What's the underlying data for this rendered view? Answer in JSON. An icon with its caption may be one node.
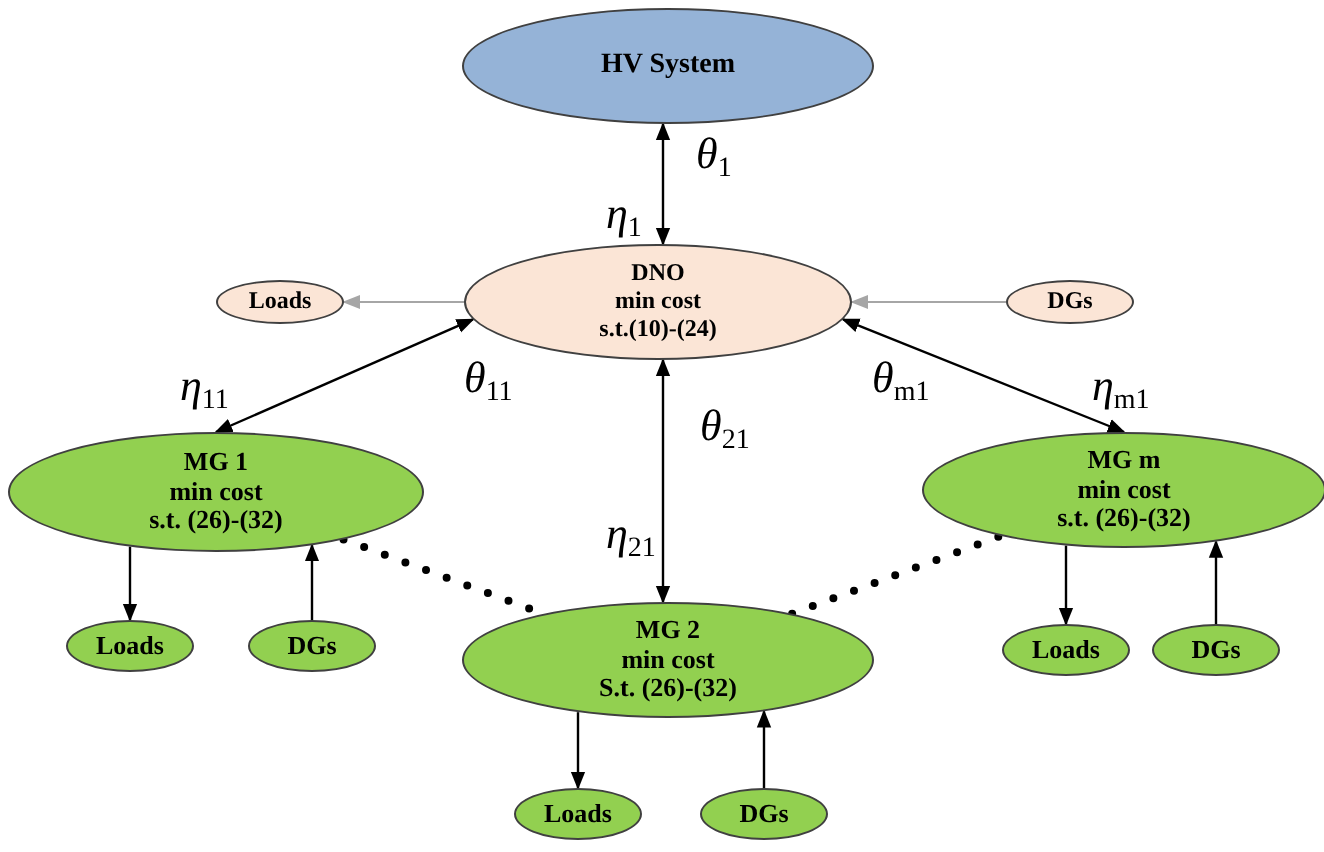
{
  "diagram": {
    "nodes": [
      {
        "text": [
          "HV System"
        ]
      },
      {
        "text": [
          "DNO",
          "min cost",
          "s.t.(10)-(24)"
        ]
      },
      {
        "text": [
          "Loads"
        ]
      },
      {
        "text": [
          "DGs"
        ]
      },
      {
        "text": [
          "MG 1",
          "min cost",
          "s.t. (26)-(32)"
        ]
      },
      {
        "text": [
          "Loads"
        ]
      },
      {
        "text": [
          "DGs"
        ]
      },
      {
        "text": [
          "MG 2",
          "min cost",
          "S.t. (26)-(32)"
        ]
      },
      {
        "text": [
          "Loads"
        ]
      },
      {
        "text": [
          "DGs"
        ]
      },
      {
        "text": [
          "MG m",
          "min cost",
          "s.t. (26)-(32)"
        ]
      },
      {
        "text": [
          "Loads"
        ]
      },
      {
        "text": [
          "DGs"
        ]
      }
    ],
    "edges": [
      {
        "from": 0,
        "to": 1,
        "arrow": "both"
      },
      {
        "from": 1,
        "to": 2,
        "arrow": "to",
        "color": "#a6a6a6"
      },
      {
        "from": 3,
        "to": 1,
        "arrow": "to",
        "color": "#a6a6a6"
      },
      {
        "from": 4,
        "to": 1,
        "arrow": "both"
      },
      {
        "from": 7,
        "to": 1,
        "arrow": "both"
      },
      {
        "from": 10,
        "to": 1,
        "arrow": "both"
      },
      {
        "from": 4,
        "to": 5,
        "arrow": "to"
      },
      {
        "from": 6,
        "to": 4,
        "arrow": "to"
      },
      {
        "from": 7,
        "to": 8,
        "arrow": "to"
      },
      {
        "from": 9,
        "to": 7,
        "arrow": "to"
      },
      {
        "from": 10,
        "to": 11,
        "arrow": "to"
      },
      {
        "from": 12,
        "to": 10,
        "arrow": "to"
      },
      {
        "from": 4,
        "to": 7,
        "arrow": "none",
        "style": "dashed"
      },
      {
        "from": 7,
        "to": 10,
        "arrow": "none",
        "style": "dashed"
      }
    ],
    "labels": [
      "*θ*$_{1}$",
      "*η*$_{1}$",
      "*η*$_{11}$",
      "*θ*$_{11}$",
      "*θ*$_{m1}$",
      "*η*$_{m1}$",
      "*θ*$_{21}$",
      "*η*$_{21}$"
    ]
  }
}
